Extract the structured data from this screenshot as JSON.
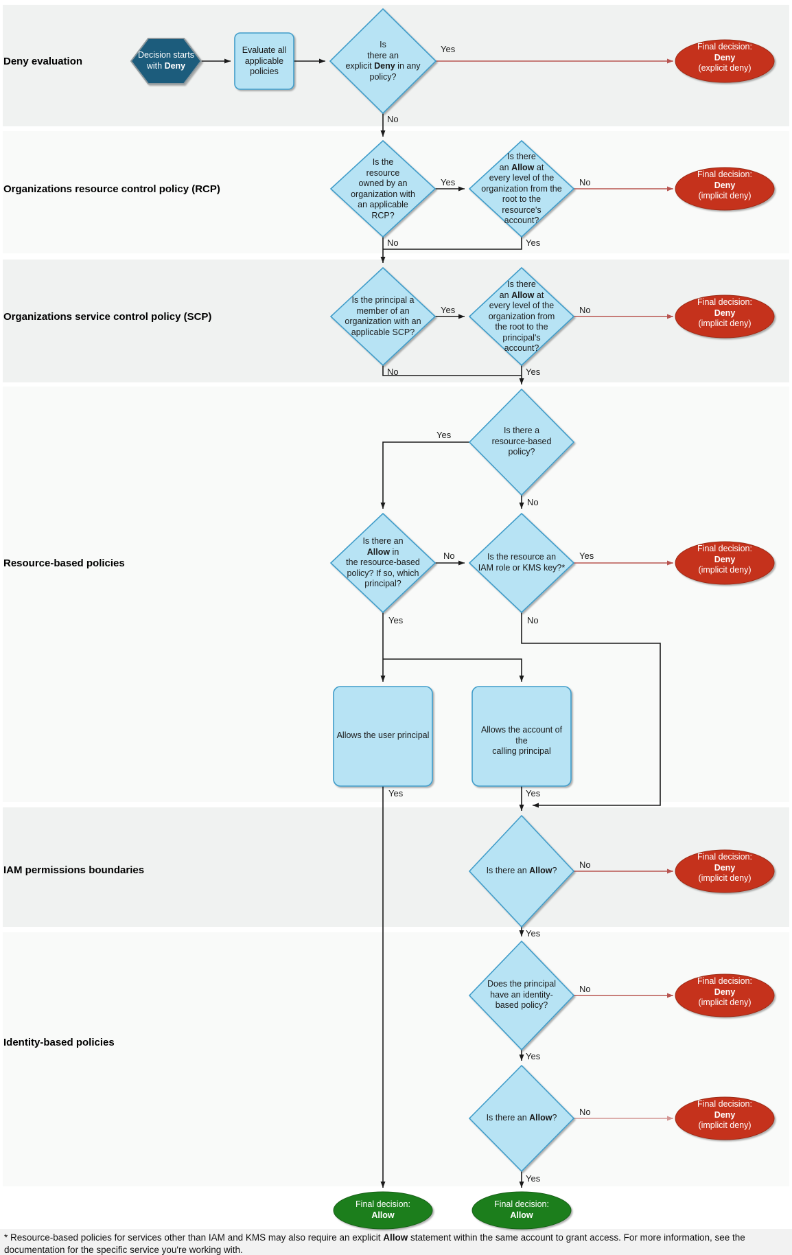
{
  "labels": {
    "yes": "Yes",
    "no": "No"
  },
  "bands": {
    "deny_evaluation": "Deny evaluation",
    "rcp": "Organizations resource control policy (RCP)",
    "scp": "Organizations service control policy (SCP)",
    "resource_based": "Resource-based policies",
    "permissions_boundaries": "IAM permissions boundaries",
    "identity_based": "Identity-based policies"
  },
  "nodes": {
    "start": "Decision starts\nwith **Deny**",
    "evaluate_all": "Evaluate all\napplicable\npolicies",
    "explicit_deny_q": "Is\nthere an\nexplicit **Deny** in any\npolicy?",
    "rcp_owned_q": "Is the\nresource\nowned by an\norganization with\nan applicable\nRCP?",
    "rcp_allow_q": "Is there\nan **Allow** at\nevery level of the\norganization from the\nroot to the\nresource's\naccount?",
    "scp_member_q": "Is the principal a\nmember of an\norganization with an\napplicable SCP?",
    "scp_allow_q": "Is there\nan **Allow** at\nevery level of the\norganization from\nthe root to the\nprincipal's\naccount?",
    "rbp_exists_q": "Is there a\nresource-based\npolicy?",
    "rbp_allow_q": "Is there an\n**Allow** in\nthe resource-based\npolicy? If so, which\nprincipal?",
    "iam_kms_q": "Is the resource an\nIAM role or KMS key?*",
    "allows_user_principal": "Allows the user principal",
    "allows_account": "Allows the account of the\ncalling principal",
    "pb_allow_q": "Is there an **Allow**?",
    "ibp_exists_q": "Does the principal\nhave an identity-\nbased policy?",
    "ibp_allow_q": "Is there an **Allow**?"
  },
  "decisions": {
    "deny_explicit": "Final decision:\n**Deny**\n(explicit deny)",
    "deny_implicit": "Final decision:\n**Deny**\n(implicit deny)",
    "allow": "Final decision:\n**Allow**"
  },
  "footnote": "* Resource-based policies for services other than IAM and KMS may also require an explicit **Allow** statement within the same account to grant access. For more information, see the documentation for the specific service you're working with.",
  "colors": {
    "node_fill": "#b7e3f4",
    "node_border": "#3f9cc9",
    "start_fill": "#1d5b7c",
    "deny_fill": "#c5311c",
    "allow_fill": "#1e7e1e",
    "red_arrow": "#b85450"
  }
}
